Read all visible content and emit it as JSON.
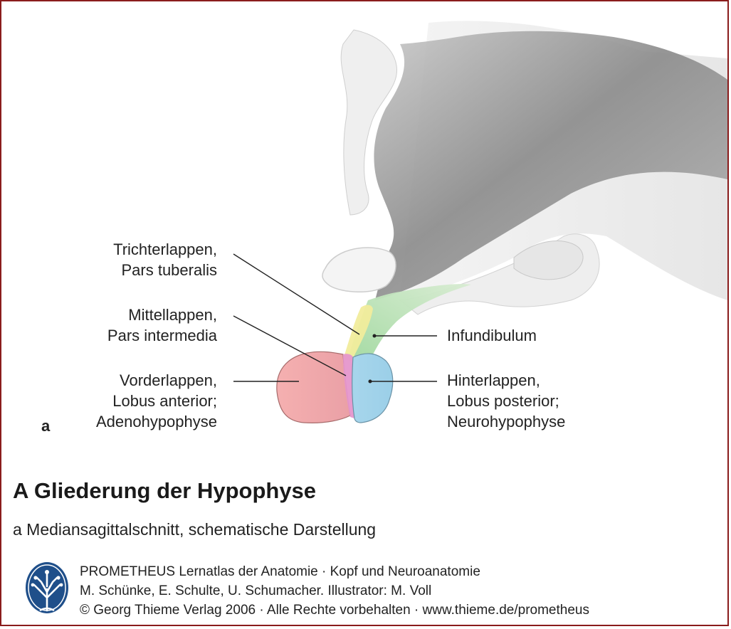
{
  "panel_letter": "a",
  "labels": {
    "trichterlappen": [
      "Trichterlappen,",
      "Pars tuberalis"
    ],
    "mittellappen": [
      "Mittellappen,",
      "Pars intermedia"
    ],
    "vorderlappen": [
      "Vorderlappen,",
      "Lobus anterior;",
      "Adenohypophyse"
    ],
    "infundibulum": [
      "Infundibulum"
    ],
    "hinterlappen": [
      "Hinterlappen,",
      "Lobus posterior;",
      "Neurohypophyse"
    ]
  },
  "figure": {
    "title": "A Gliederung der Hypophyse",
    "subtitle": "a Mediansagittalschnitt, schematische Darstellung"
  },
  "credit": {
    "line1": "PROMETHEUS Lernatlas der Anatomie · Kopf und Neuroanatomie",
    "line2": "M. Schünke, E. Schulte, U. Schumacher. Illustrator: M. Voll",
    "line3": "© Georg Thieme Verlag 2006 · Alle Rechte vorbehalten · www.thieme.de/prometheus",
    "logo_icon": "thieme-tree-logo-icon"
  },
  "colors": {
    "frame": "#8a1c1c",
    "anterior_lobe": "#f0a6a6",
    "posterior_lobe": "#9fd3ea",
    "pars_tuberalis": "#f3eea0",
    "pars_intermedia": "#e59ad0",
    "infundibulum": "#a9dca0",
    "brain_tissue": "#e9e9e9",
    "ventricle": "#8f8f8f",
    "logo": "#1f4f8a"
  }
}
